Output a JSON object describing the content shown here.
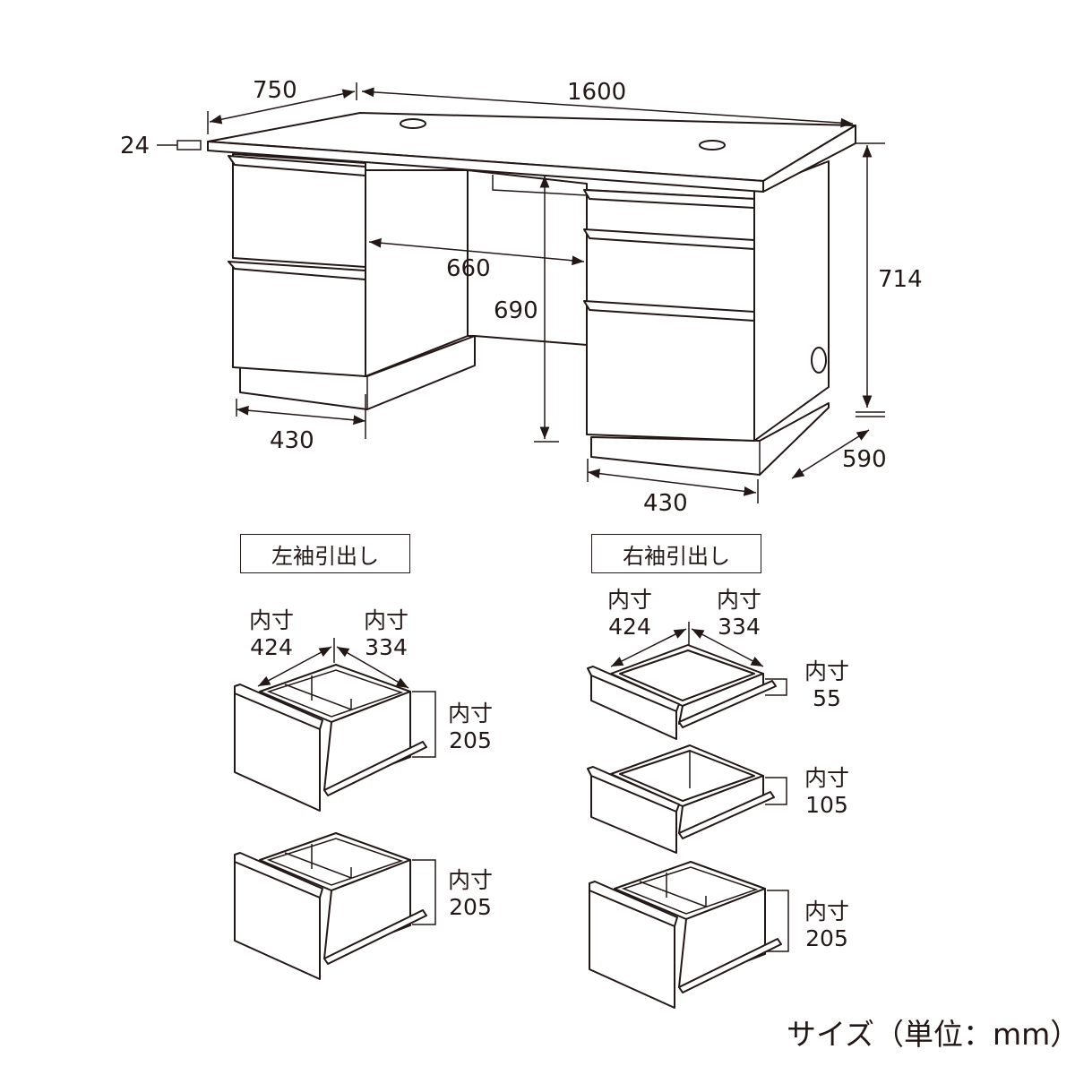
{
  "dimensions": {
    "top_depth": "750",
    "width": "1600",
    "top_thickness": "24",
    "height": "714",
    "depth": "590",
    "knee_width": "660",
    "knee_height": "690",
    "left_pedestal_width": "430",
    "right_pedestal_width": "430"
  },
  "sections": {
    "left_title": "左袖引出し",
    "right_title": "右袖引出し"
  },
  "left_drawers": {
    "top_width": {
      "label": "内寸",
      "value": "424"
    },
    "top_depth": {
      "label": "内寸",
      "value": "334"
    },
    "upper_height": {
      "label": "内寸",
      "value": "205"
    },
    "lower_height": {
      "label": "内寸",
      "value": "205"
    }
  },
  "right_drawers": {
    "top_width": {
      "label": "内寸",
      "value": "424"
    },
    "top_depth": {
      "label": "内寸",
      "value": "334"
    },
    "upper_height": {
      "label": "内寸",
      "value": "55"
    },
    "middle_height": {
      "label": "内寸",
      "value": "105"
    },
    "lower_height": {
      "label": "内寸",
      "value": "205"
    }
  },
  "footer": {
    "units_note": "サイズ（単位：mm）"
  }
}
